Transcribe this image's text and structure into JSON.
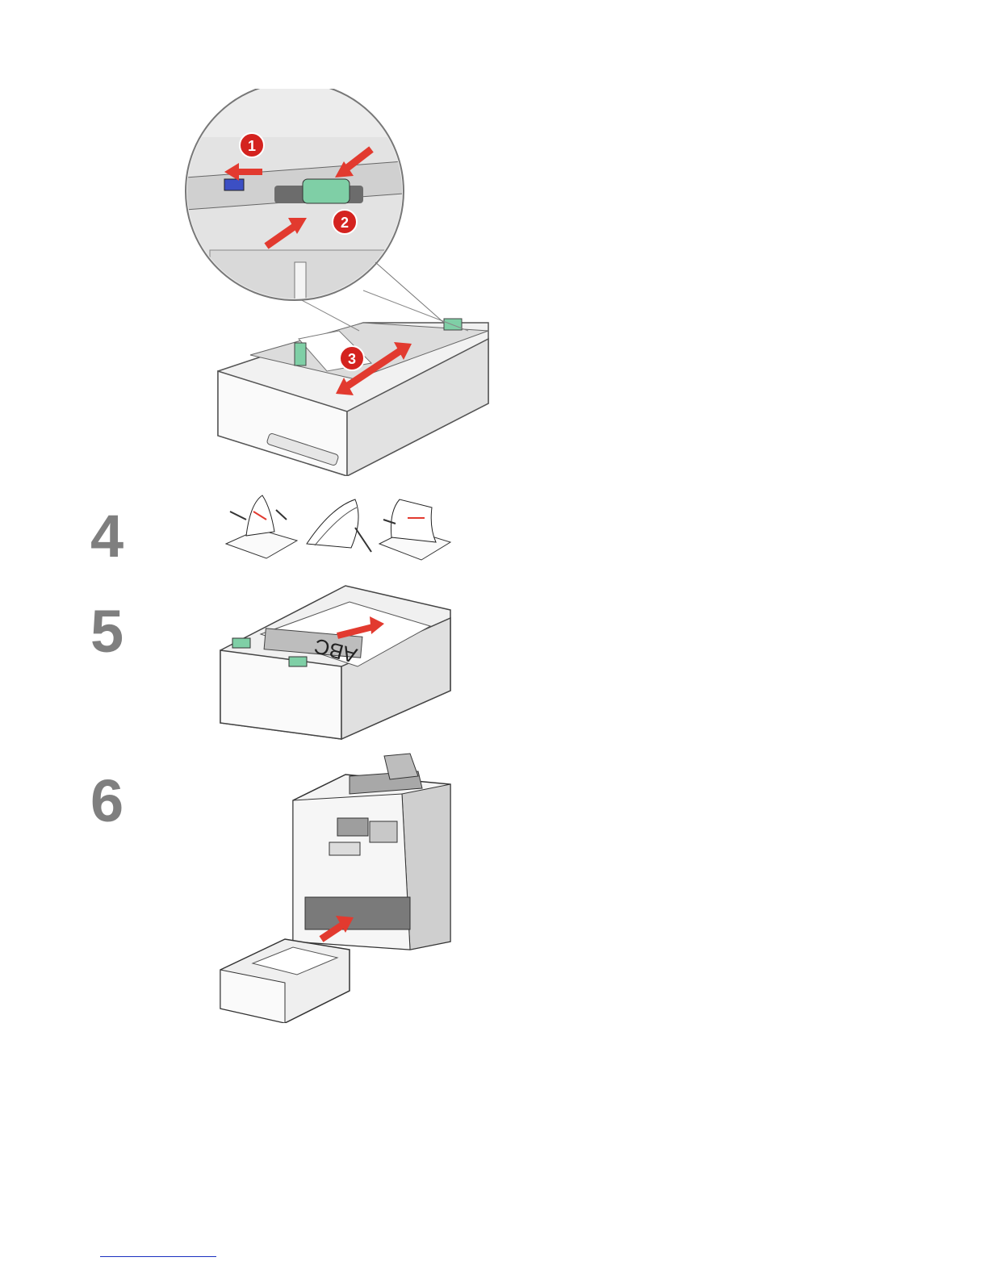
{
  "steps": [
    {
      "number": "4"
    },
    {
      "number": "5"
    },
    {
      "number": "6"
    }
  ],
  "callouts": {
    "one": "1",
    "two": "2",
    "three": "3"
  },
  "paper_label": "ABC",
  "colors": {
    "callout_red": "#d4231f",
    "arrow_red": "#e23a2f",
    "guide_green": "#7fcfa6",
    "latch_blue": "#3c4fc4",
    "step_gray": "#7f7f7f",
    "footer_rule": "#1a2fbf"
  }
}
